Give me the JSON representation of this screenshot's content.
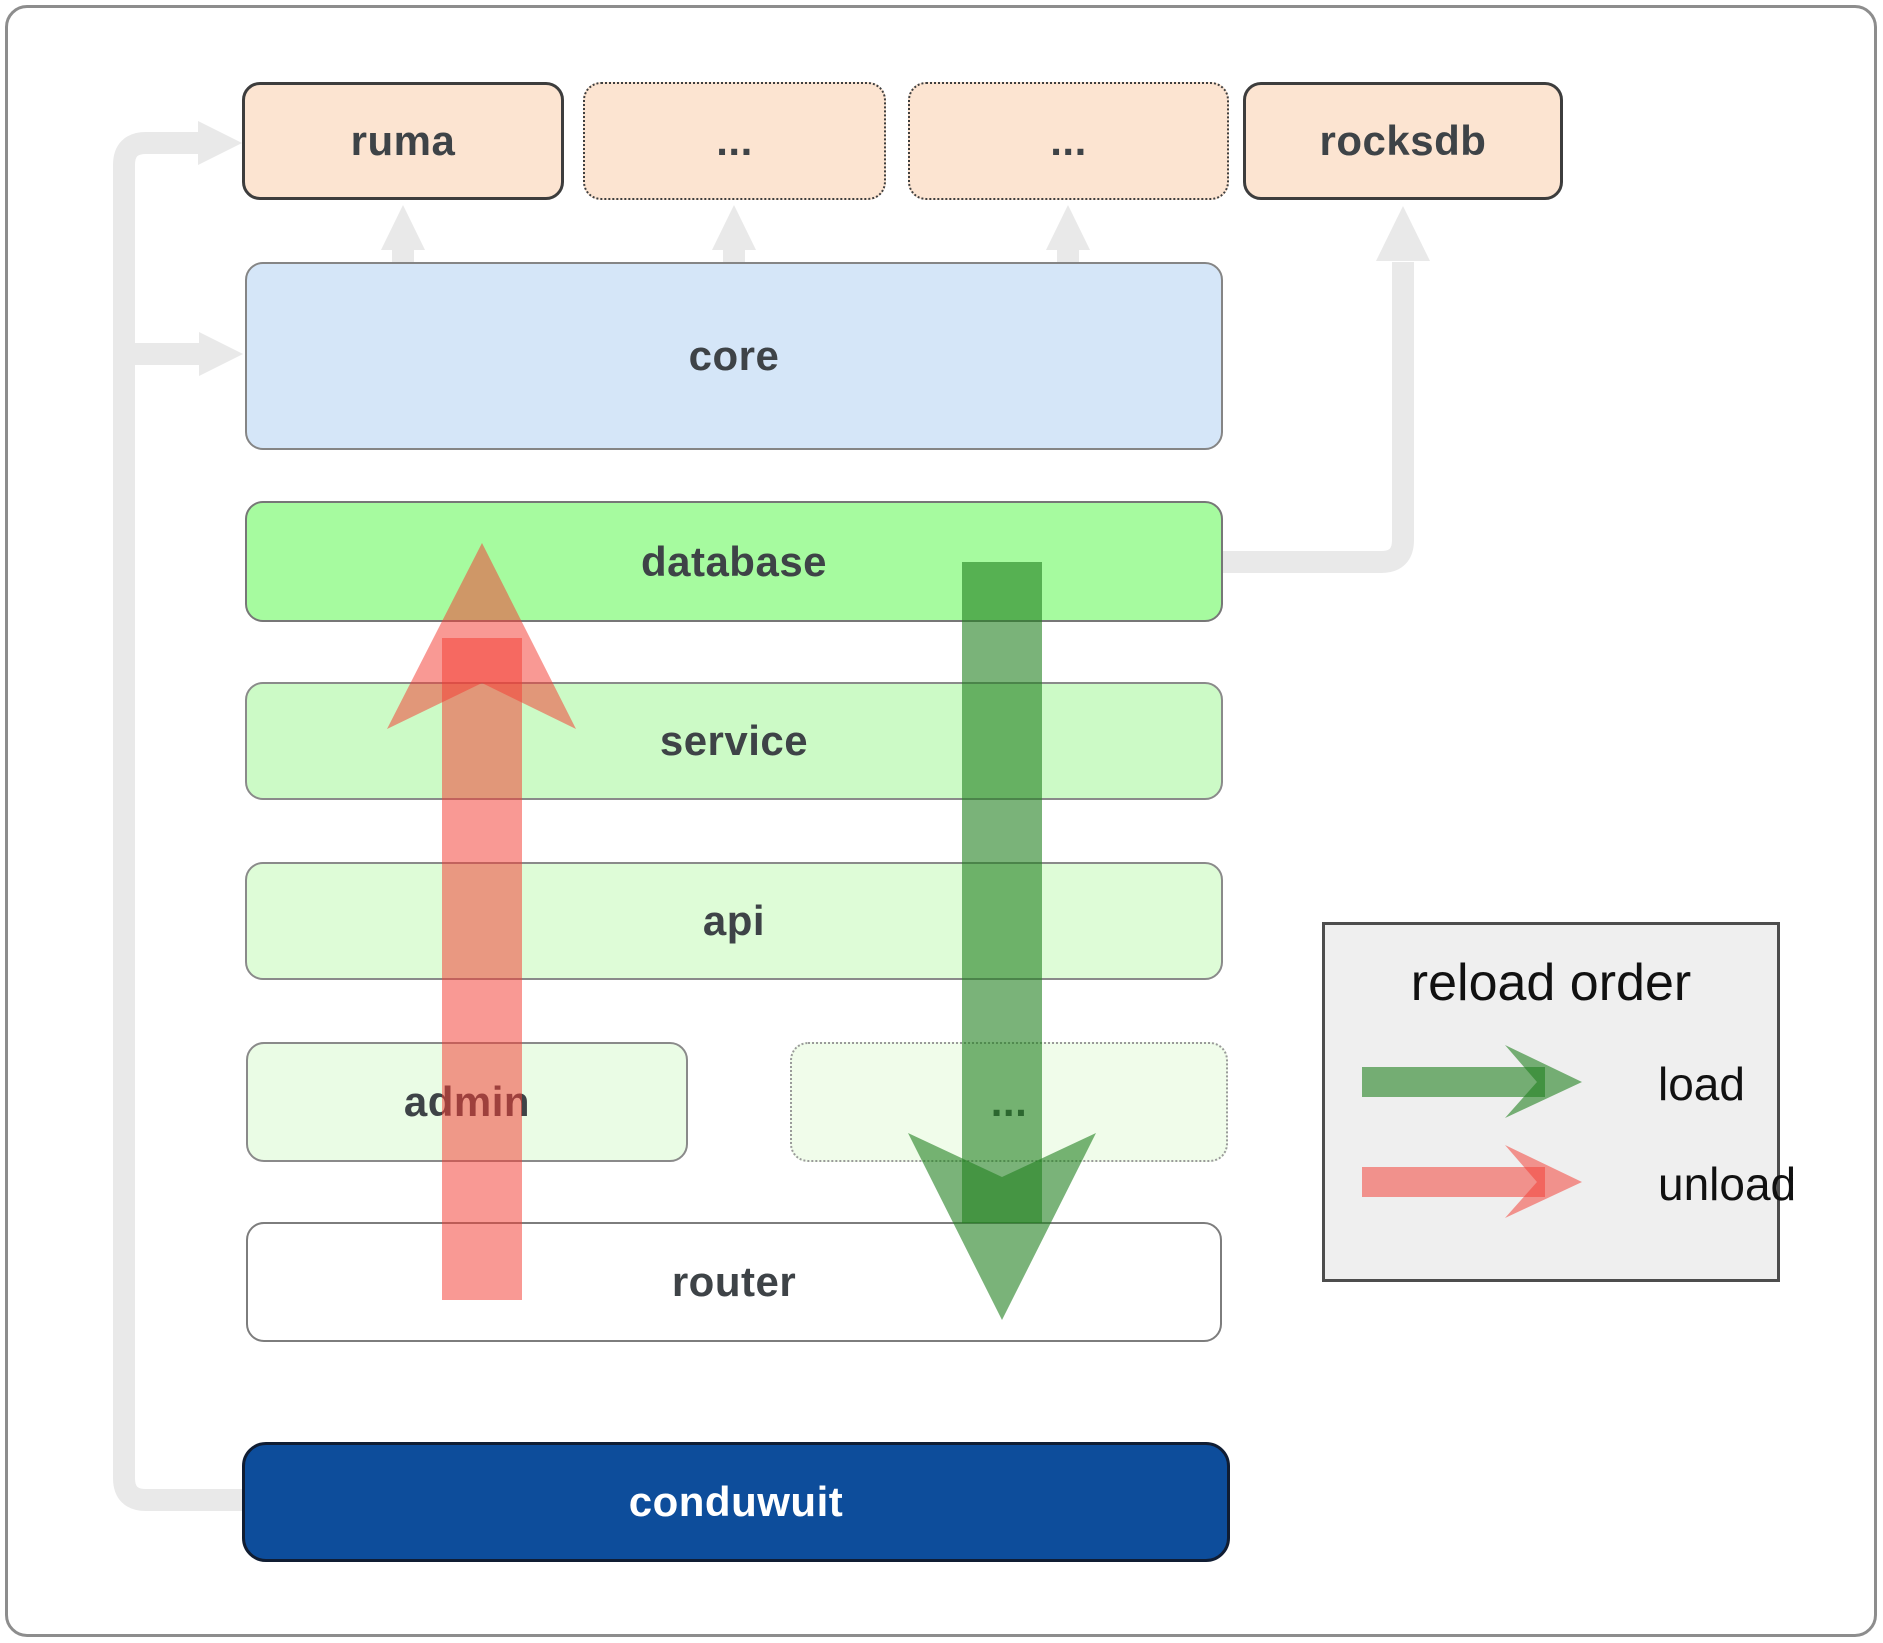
{
  "nodes": {
    "ruma": {
      "label": "ruma"
    },
    "dep_ellipsis_1": {
      "label": "..."
    },
    "dep_ellipsis_2": {
      "label": "..."
    },
    "rocksdb": {
      "label": "rocksdb"
    },
    "core": {
      "label": "core"
    },
    "database": {
      "label": "database"
    },
    "service": {
      "label": "service"
    },
    "api": {
      "label": "api"
    },
    "admin": {
      "label": "admin"
    },
    "admin_ellipsis": {
      "label": "..."
    },
    "router": {
      "label": "router"
    },
    "conduwuit": {
      "label": "conduwuit"
    }
  },
  "legend": {
    "title": "reload order",
    "items": [
      {
        "id": "load",
        "label": "load",
        "color": "#22801f"
      },
      {
        "id": "unload",
        "label": "unload",
        "color": "#f43f34"
      }
    ]
  },
  "colors": {
    "dependency_fill": "#fce4d1",
    "core_fill": "#d5e6f8",
    "database_fill": "#a6fb9f",
    "service_fill": "#ccfac6",
    "api_fill": "#defcd7",
    "admin_fill": "#eafce5",
    "ellipsis_fill": "#f0fcea",
    "router_fill": "#ffffff",
    "conduwuit_fill": "#0d4d9b",
    "load_arrow_green": "#22801f",
    "unload_arrow_red": "#f43f34",
    "connector_gray": "#e9e9e9",
    "label_text": "#3e4347",
    "conduwuit_text": "#ffffff"
  }
}
